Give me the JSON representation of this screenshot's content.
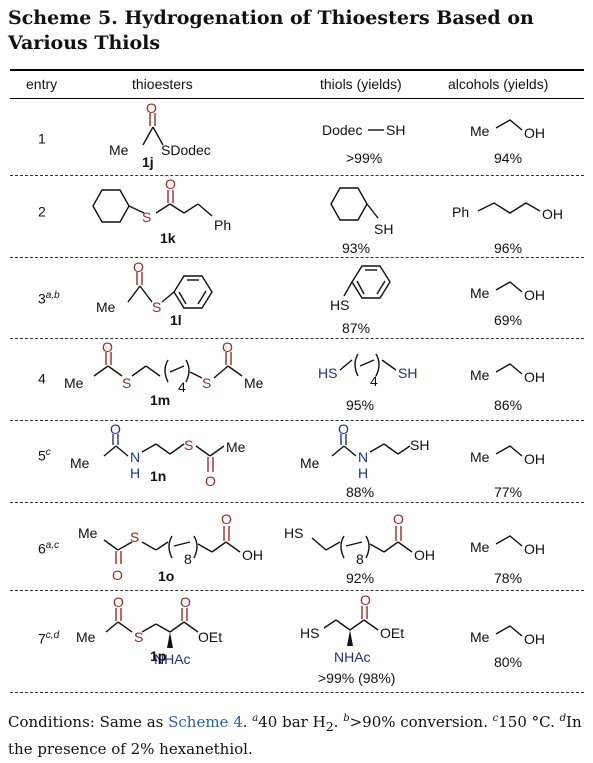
{
  "scheme_title": "Scheme 5. Hydrogenation of Thioesters Based on Various Thiols",
  "headers": {
    "entry": "entry",
    "thioesters": "thioesters",
    "thiols": "thiols (yields)",
    "alcohols": "alcohols (yields)"
  },
  "rows": [
    {
      "entry": "1",
      "sup": "",
      "compound": "1j",
      "thiol_yield": ">99%",
      "alcohol_yield": "94%"
    },
    {
      "entry": "2",
      "sup": "",
      "compound": "1k",
      "thiol_yield": "93%",
      "alcohol_yield": "96%"
    },
    {
      "entry": "3",
      "sup": "a,b",
      "compound": "1l",
      "thiol_yield": "87%",
      "alcohol_yield": "69%"
    },
    {
      "entry": "4",
      "sup": "",
      "compound": "1m",
      "thiol_yield": "95%",
      "alcohol_yield": "86%"
    },
    {
      "entry": "5",
      "sup": "c",
      "compound": "1n",
      "thiol_yield": "88%",
      "alcohol_yield": "77%"
    },
    {
      "entry": "6",
      "sup": "a,c",
      "compound": "1o",
      "thiol_yield": "92%",
      "alcohol_yield": "78%"
    },
    {
      "entry": "7",
      "sup": "c,d",
      "compound": "1p",
      "thiol_yield": ">99% (98%)",
      "alcohol_yield": "80%"
    }
  ],
  "labels": {
    "me": "Me",
    "s": "S",
    "o": "O",
    "oh": "OH",
    "sh": "SH",
    "hs": "HS",
    "ph": "Ph",
    "sdodec": "SDodec",
    "dodec_sh": "Dodec",
    "n": "N",
    "h": "H",
    "four": "4",
    "eight": "8",
    "oet": "OEt",
    "nhac": "NHAc"
  },
  "footer": {
    "prefix": "Conditions: Same as ",
    "link": "Scheme 4",
    "a_mark": "a",
    "a_text": "40 bar H",
    "a_sub": "2",
    "b_mark": "b",
    "b_text": ">90% conversion.",
    "c_mark": "c",
    "c_text": "150 °C.",
    "d_mark": "d",
    "d_text": "In the presence of 2% hexanethiol."
  },
  "colors": {
    "sulfur_red": "#9c2a22",
    "nitrogen_blue": "#1f2f8a",
    "bond": "#111111",
    "link": "#2b5fa6"
  }
}
